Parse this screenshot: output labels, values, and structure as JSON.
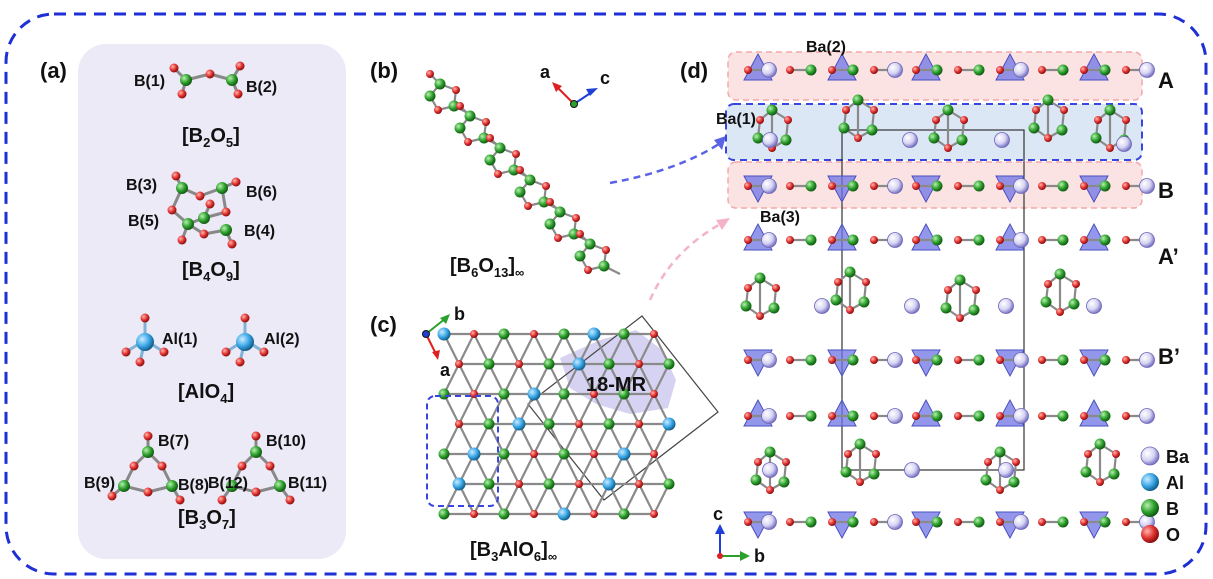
{
  "panels": {
    "a": {
      "letter": "(a)",
      "b2o5": {
        "atoms": [
          "B(1)",
          "B(2)"
        ],
        "formula_main": "[B",
        "formula_sub1": "2",
        "formula_mid": "O",
        "formula_sub2": "5",
        "formula_end": "]"
      },
      "b4o9": {
        "atoms": [
          "B(3)",
          "B(6)",
          "B(5)",
          "B(4)"
        ],
        "formula_main": "[B",
        "formula_sub1": "4",
        "formula_mid": "O",
        "formula_sub2": "9",
        "formula_end": "]"
      },
      "alo4": {
        "atoms": [
          "Al(1)",
          "Al(2)"
        ],
        "formula_main": "[AlO",
        "formula_sub1": "4",
        "formula_end": "]"
      },
      "b3o7": {
        "atoms": [
          "B(7)",
          "B(10)",
          "B(9)",
          "B(8)",
          "B(12)",
          "B(11)"
        ],
        "formula_main": "[B",
        "formula_sub1": "3",
        "formula_mid": "O",
        "formula_sub2": "7",
        "formula_end": "]"
      }
    },
    "b": {
      "letter": "(b)",
      "axes": [
        "a",
        "c"
      ],
      "formula_main": "[B",
      "formula_sub1": "6",
      "formula_mid": "O",
      "formula_sub2": "13",
      "formula_end": "]",
      "formula_inf": "∞"
    },
    "c": {
      "letter": "(c)",
      "axes": [
        "b",
        "a"
      ],
      "ring_label": "18-MR",
      "formula_main": "[B",
      "formula_sub1": "3",
      "formula_mid": "AlO",
      "formula_sub2": "6",
      "formula_end": "]",
      "formula_inf": "∞"
    },
    "d": {
      "letter": "(d)",
      "site_labels": [
        "Ba(2)",
        "Ba(1)",
        "Ba(3)"
      ],
      "layer_labels": [
        "A",
        "B",
        "A’",
        "B’"
      ],
      "axes": [
        "c",
        "b"
      ]
    }
  },
  "legend": [
    {
      "label": "Ba",
      "color": "#c9c6ee"
    },
    {
      "label": "Al",
      "color": "#3aa6e6"
    },
    {
      "label": "B",
      "color": "#2ca02c"
    },
    {
      "label": "O",
      "color": "#e0302e"
    }
  ],
  "colors": {
    "frame": "#1f2fd6",
    "panel_a_bg": "#eceaf7",
    "boron": "#2ca02c",
    "oxygen": "#e0302e",
    "aluminum": "#3aa6e6",
    "barium": "#c9c6ee",
    "tetrahedron": "#6f74e6",
    "pink_band": "#fbe3e3",
    "blue_band": "#dbe7f5"
  }
}
